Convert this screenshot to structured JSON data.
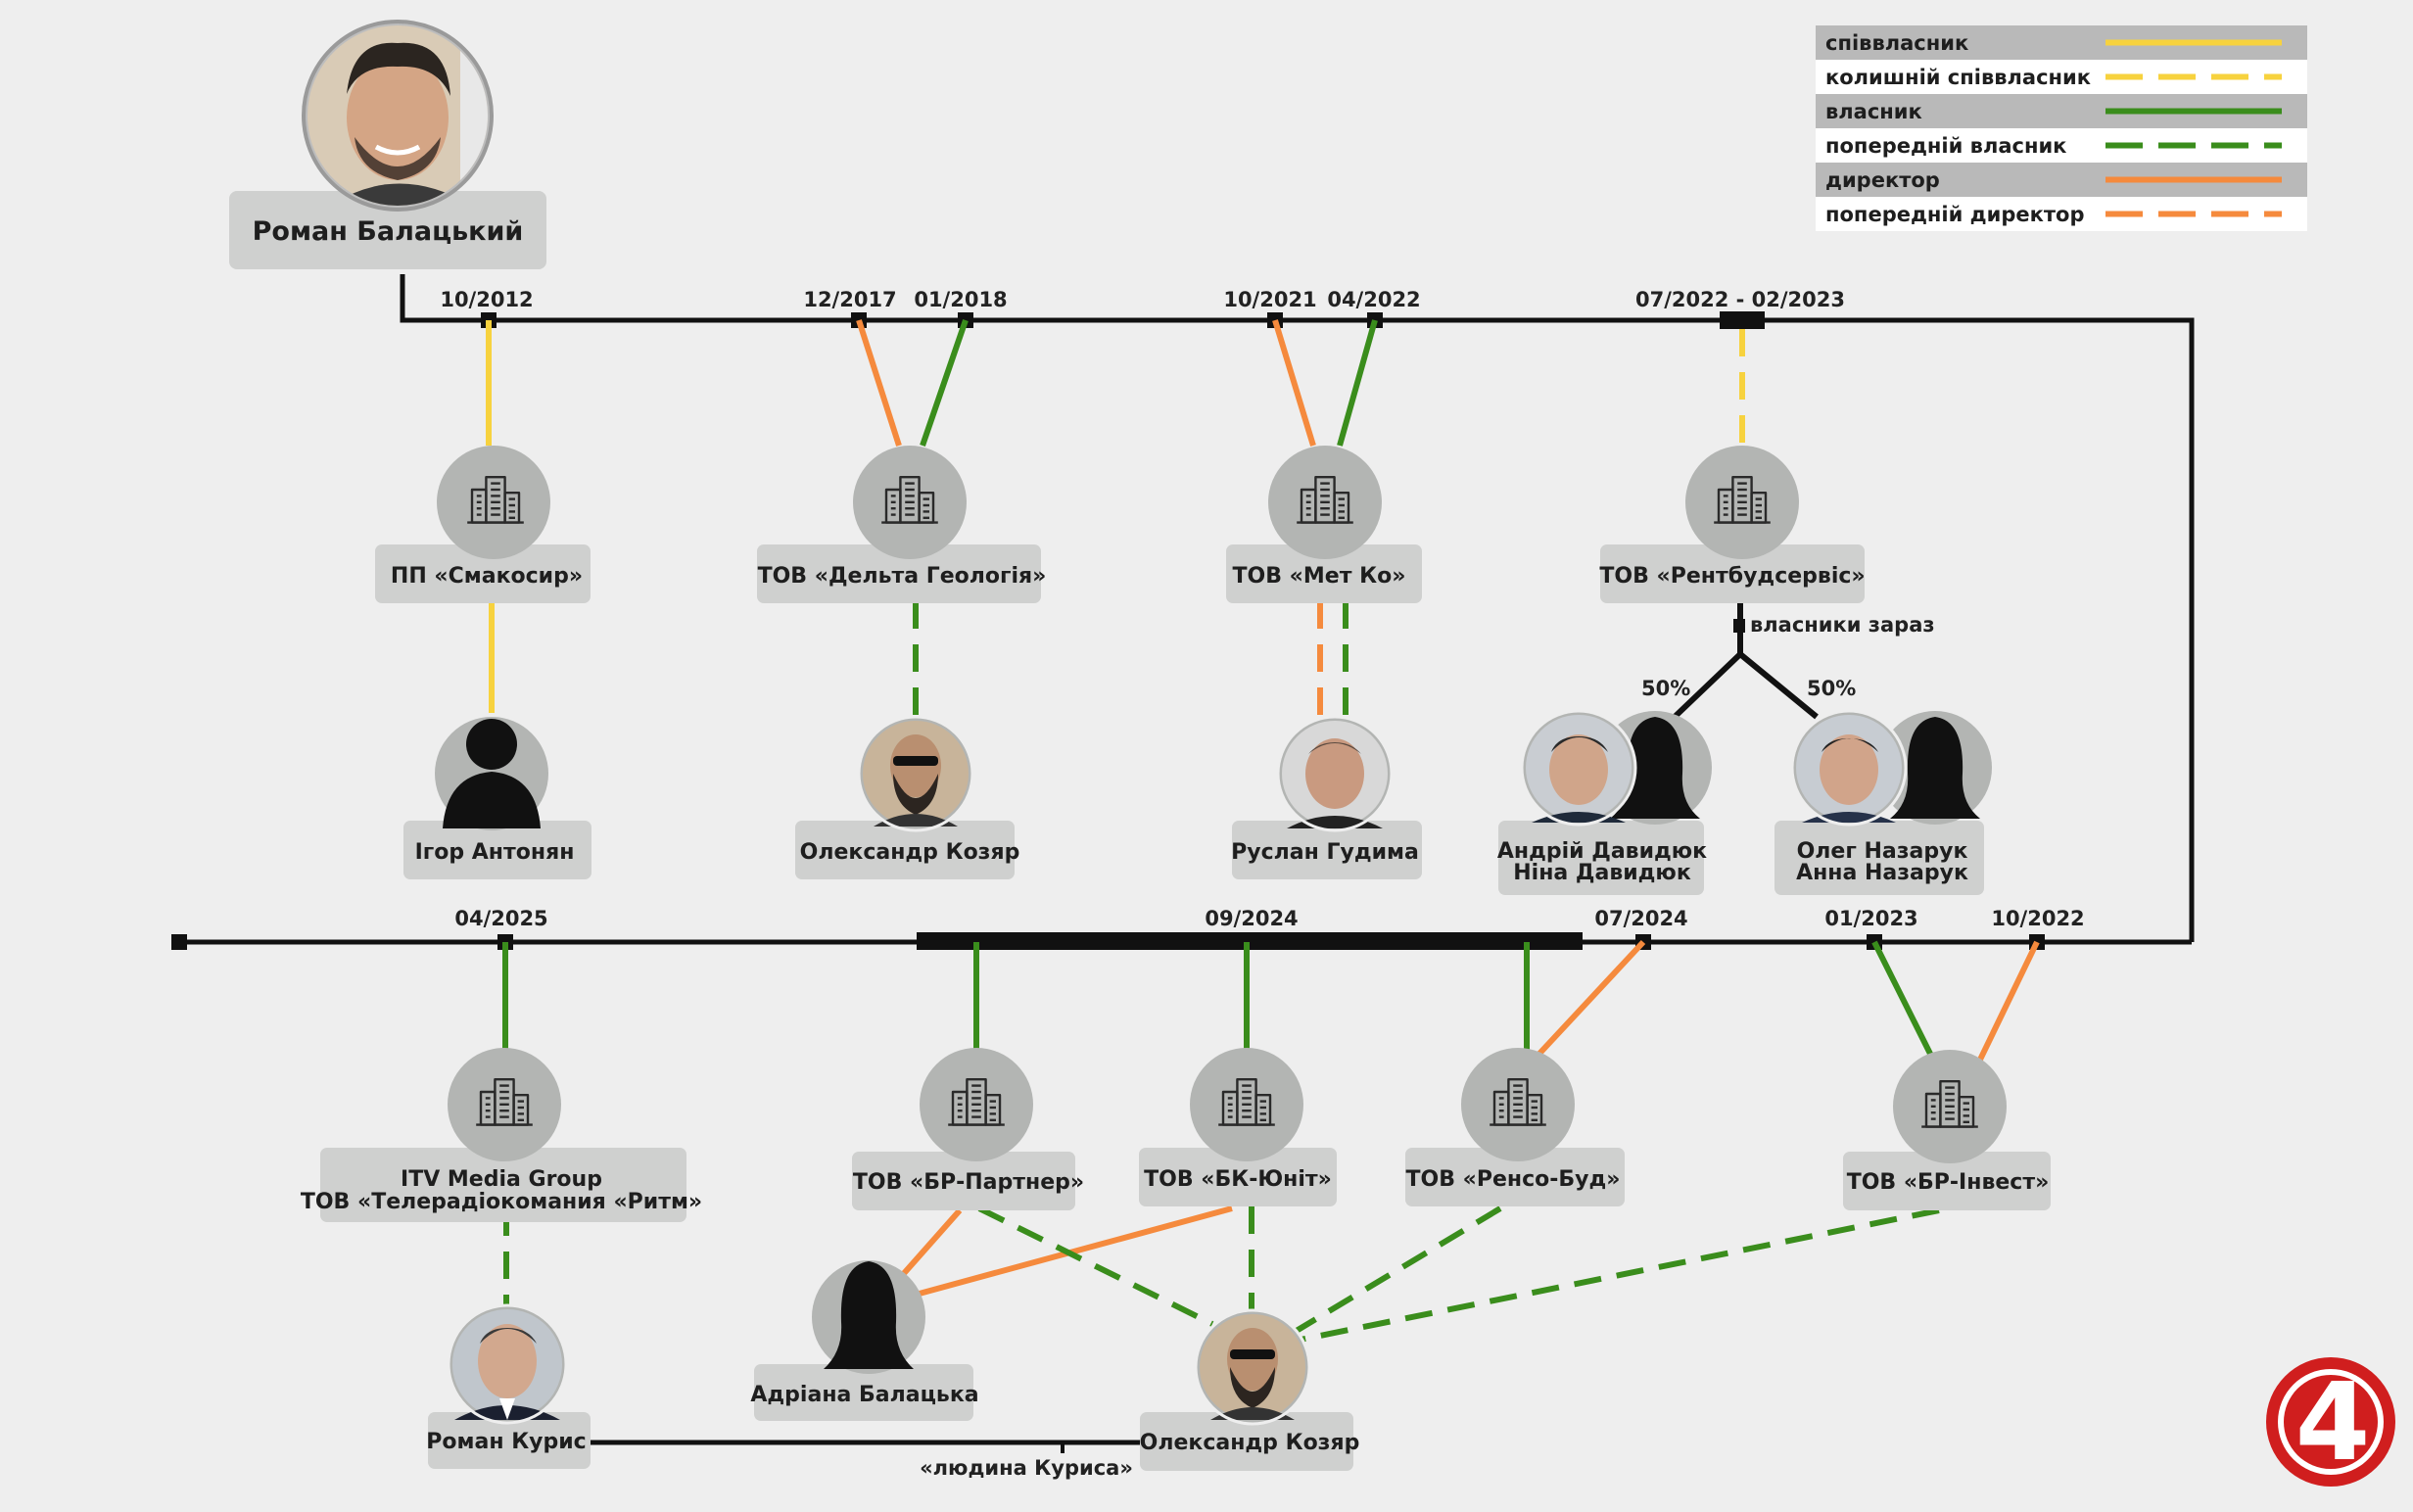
{
  "legend": [
    {
      "label": "співвласник",
      "color": "#f7d23e",
      "dashed": false,
      "shaded": true
    },
    {
      "label": "колишній співвласник",
      "color": "#f7d23e",
      "dashed": true,
      "shaded": false
    },
    {
      "label": "власник",
      "color": "#3a8d1c",
      "dashed": false,
      "shaded": true
    },
    {
      "label": "попередній власник",
      "color": "#3a8d1c",
      "dashed": true,
      "shaded": false
    },
    {
      "label": "директор",
      "color": "#f58a3d",
      "dashed": false,
      "shaded": true
    },
    {
      "label": "попередній директор",
      "color": "#f58a3d",
      "dashed": true,
      "shaded": false
    }
  ],
  "colors": {
    "coowner": "#f7d23e",
    "owner": "#3a8d1c",
    "director": "#f58a3d",
    "timeline": "#111111",
    "node_fill": "#cfd0cf",
    "icon_circle": "#b3b5b3",
    "icon_stroke": "#2a2a2a"
  },
  "main_person": {
    "name": "Роман Балацький",
    "icon": "portrait-photo"
  },
  "timeline_top": {
    "dates": [
      "10/2012",
      "12/2017",
      "01/2018",
      "10/2021",
      "04/2022",
      "07/2022 - 02/2023"
    ]
  },
  "timeline_bottom": {
    "dates": [
      "04/2025",
      "09/2024",
      "07/2024",
      "01/2023",
      "10/2022"
    ]
  },
  "companies": [
    {
      "id": "smakosyr",
      "label": "ПП «Смакосир»",
      "icon": "building-icon"
    },
    {
      "id": "delta",
      "label": "ТОВ «Дельта Геологія»",
      "icon": "building-icon"
    },
    {
      "id": "metko",
      "label": "ТОВ «Мет Ко»",
      "icon": "building-icon"
    },
    {
      "id": "rentbud",
      "label": "ТОВ «Рентбудсервіс»",
      "icon": "building-icon"
    },
    {
      "id": "itv",
      "label": "ITV Media Group",
      "label2": "ТОВ «Телерадіокомания «Ритм»",
      "icon": "building-icon"
    },
    {
      "id": "brpartner",
      "label": "ТОВ «БР-Партнер»",
      "icon": "building-icon"
    },
    {
      "id": "bkunit",
      "label": "ТОВ «БК-Юніт»",
      "icon": "building-icon"
    },
    {
      "id": "rensobud",
      "label": "ТОВ «Ренсо-Буд»",
      "icon": "building-icon"
    },
    {
      "id": "brinvest",
      "label": "ТОВ «БР-Інвест»",
      "icon": "building-icon"
    }
  ],
  "people": [
    {
      "id": "antonian",
      "label": "Ігор Антонян",
      "icon": "silhouette-male"
    },
    {
      "id": "kozyar1",
      "label": "Олександр Козяр",
      "icon": "portrait-photo"
    },
    {
      "id": "hudyma",
      "label": "Руслан Гудима",
      "icon": "portrait-photo"
    },
    {
      "id": "davydiuk",
      "label": "Андрій Давидюк",
      "label2": "Ніна Давидюк",
      "icon": "portrait-photo"
    },
    {
      "id": "nazaruk",
      "label": "Олег Назарук",
      "label2": "Анна Назарук",
      "icon": "portrait-photo"
    },
    {
      "id": "kurys",
      "label": "Роман Курис",
      "icon": "portrait-photo"
    },
    {
      "id": "balatska",
      "label": "Адріана Балацька",
      "icon": "silhouette-female"
    },
    {
      "id": "kozyar2",
      "label": "Олександр Козяр",
      "icon": "portrait-photo"
    }
  ],
  "annotations": {
    "owners_now": "власники зараз",
    "share_left": "50%",
    "share_right": "50%",
    "kurys_man": "«людина Куриса»"
  },
  "watermark": {
    "text": "4",
    "icon": "channel-4-logo"
  }
}
